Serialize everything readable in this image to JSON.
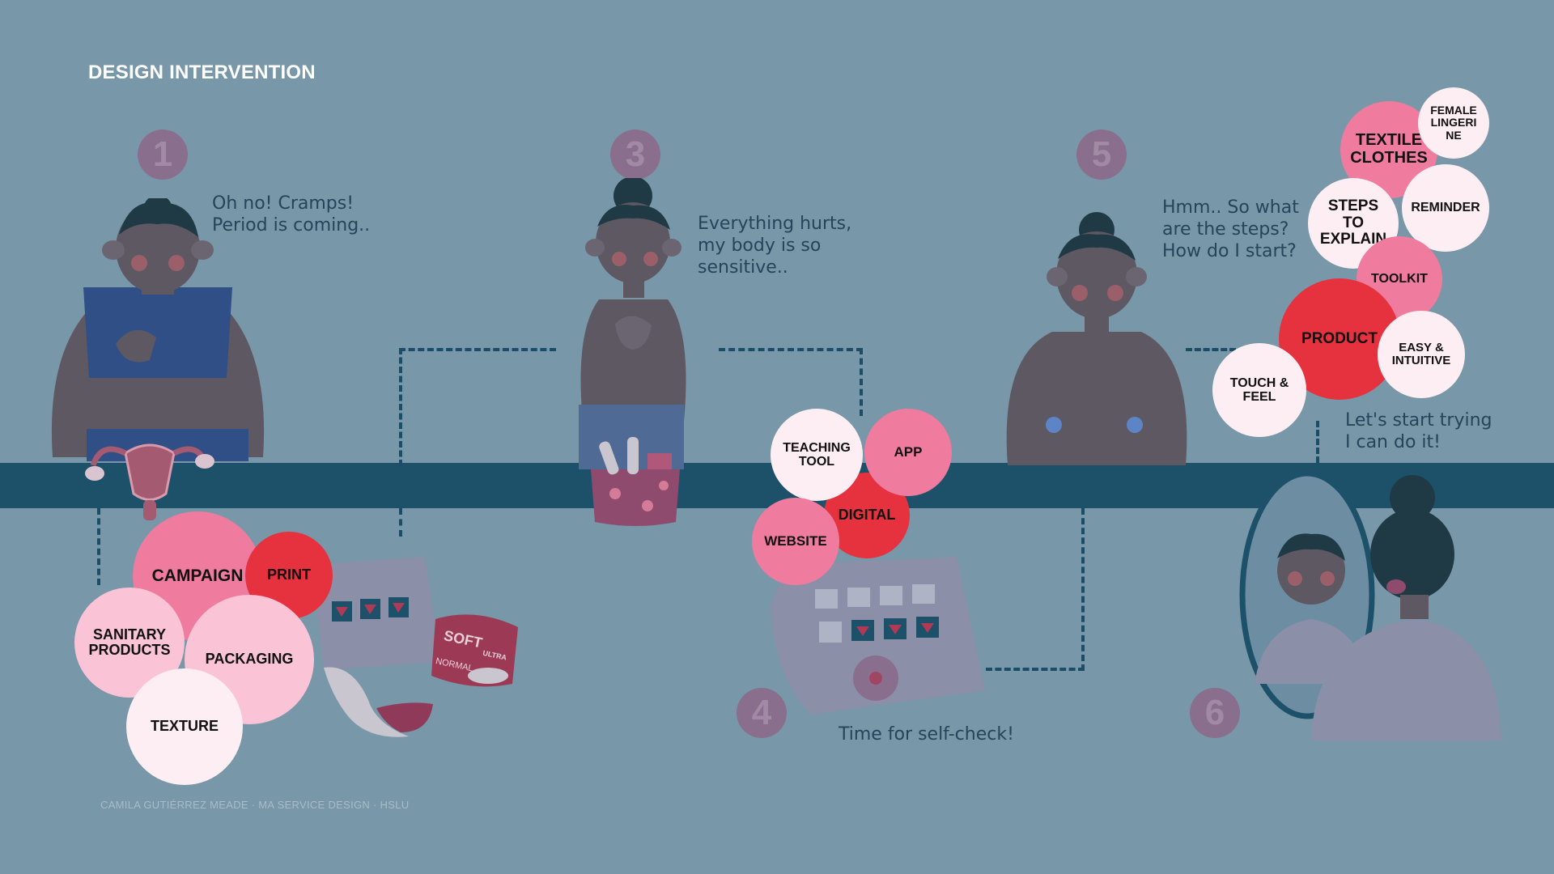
{
  "title": "DESIGN INTERVENTION",
  "footer": "CAMILA GUTIÉRREZ MEADE · MA SERVICE DESIGN · HSLU",
  "colors": {
    "background": "#7897a8",
    "band": "#1c5169",
    "pink": "#ef7c9e",
    "red": "#e6323f",
    "light_pink": "#fbc4d6",
    "white_pink": "#fdeef3",
    "step_circle": "#8a6e8e"
  },
  "steps": [
    {
      "number": "1",
      "text": "Oh no! Cramps!\nPeriod is coming.."
    },
    {
      "number": "3",
      "text": "Everything hurts,\nmy body is so\nsensitive.."
    },
    {
      "number": "5",
      "text": "Hmm.. So what\nare the steps?\nHow do I start?"
    },
    {
      "number": "4",
      "text": "Time for self-check!"
    },
    {
      "number": "6",
      "text": "Let's start trying\nI can do it!"
    }
  ],
  "bubbles_step1": {
    "campaign": "CAMPAIGN",
    "print": "PRINT",
    "sanitary": "SANITARY\nPRODUCTS",
    "packaging": "PACKAGING",
    "texture": "TEXTURE"
  },
  "bubbles_step3": {
    "teaching": "TEACHING\nTOOL",
    "app": "APP",
    "digital": "DIGITAL",
    "website": "WEBSITE"
  },
  "bubbles_step5": {
    "female": "FEMALE\nLINGERI\nNE",
    "textile": "TEXTILE\nCLOTHES",
    "steps": "STEPS\nTO\nEXPLAIN",
    "reminder": "REMINDER",
    "toolkit": "TOOLKIT",
    "product": "PRODUCT",
    "easy": "EASY &\nINTUITIVE",
    "touch": "TOUCH &\nFEEL"
  },
  "pad_label": {
    "brand": "SOFT",
    "sub": "ULTRA",
    "type": "NORMAL"
  },
  "icons": [
    "uterus-icon",
    "calendar-icon",
    "pad-package-icon",
    "pouch-icon",
    "mirror-icon",
    "woman-figure-icon"
  ]
}
